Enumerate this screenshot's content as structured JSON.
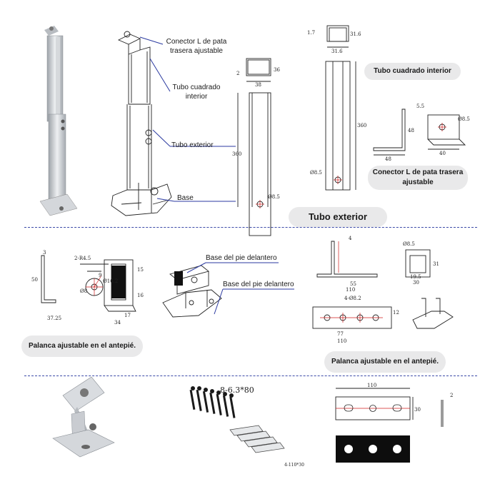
{
  "labels": {
    "connector_l": "Conector L de pata trasera ajustable",
    "inner_tube": "Tubo cuadrado interior",
    "outer_tube": "Tubo exterior",
    "base": "Base",
    "front_foot_base_1": "Base del pie delantero",
    "front_foot_base_2": "Base del pie delantero"
  },
  "pills": {
    "inner_tube": "Tubo cuadrado interior",
    "connector_l": "Conector L de pata trasera ajustable",
    "outer_tube": "Tubo exterior",
    "front_lever_1": "Palanca ajustable en el antepié.",
    "front_lever_2": "Palanca ajustable en el antepié."
  },
  "dims": {
    "outer_2": "2",
    "outer_36": "36",
    "outer_38": "38",
    "outer_360": "360",
    "outer_hole": "Ø8.5",
    "inner_17": "1.7",
    "inner_316": "31.6",
    "inner_316b": "31.6",
    "inner_360": "360",
    "inner_hole": "Ø8.5",
    "conn_55": "5.5",
    "conn_48": "48",
    "conn_48b": "48",
    "conn_40": "40",
    "conn_hole": "Ø8.5",
    "lever_3": "3",
    "lever_50": "50",
    "lever_2r45": "2-R4.5",
    "lever_9": "9",
    "lever_15": "15",
    "lever_16": "16",
    "lever_37": "37.25",
    "lever_34": "34",
    "lever_17": "17",
    "lever_phi": "Ø16.2",
    "lever_48": "Ø8",
    "foot_4": "4",
    "foot_55": "55",
    "foot_110": "110",
    "foot_4b": "4-Ø8.2",
    "foot_77": "77",
    "foot_110b": "110",
    "foot_12": "12",
    "foot_31": "31",
    "foot_30": "30",
    "foot_195": "19.5",
    "foot_85": "Ø8.5",
    "screws": "8-6.3*80",
    "plates": "4-110*30",
    "plate_110": "110",
    "plate_30": "30",
    "plate_2": "2"
  },
  "colors": {
    "dim_red": "#d11f1f",
    "separator": "#3b4aa8",
    "pill_bg": "#e9e9ea",
    "metal": "#c9ccd1"
  }
}
